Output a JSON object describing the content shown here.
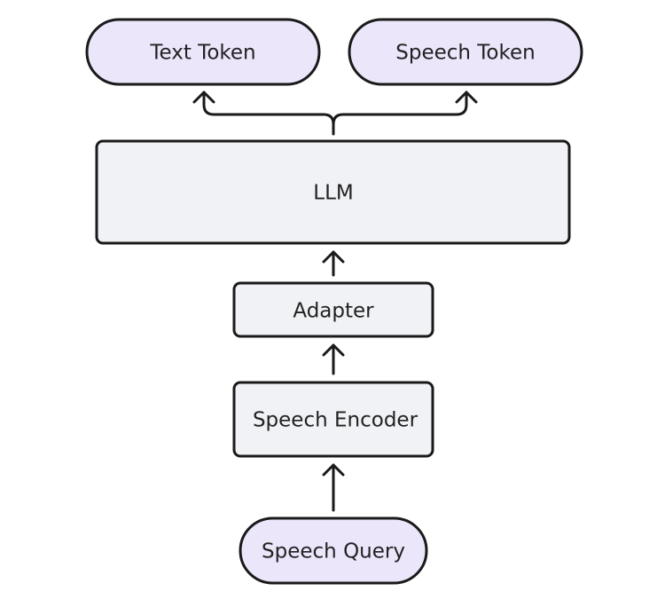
{
  "nodes": {
    "text_token": "Text Token",
    "speech_token": "Speech Token",
    "llm": "LLM",
    "adapter": "Adapter",
    "speech_encoder": "Speech Encoder",
    "speech_query": "Speech Query"
  },
  "colors": {
    "pill_fill": "#ece6fb",
    "box_fill": "#f1f2f6",
    "stroke": "#1a1a1a"
  }
}
